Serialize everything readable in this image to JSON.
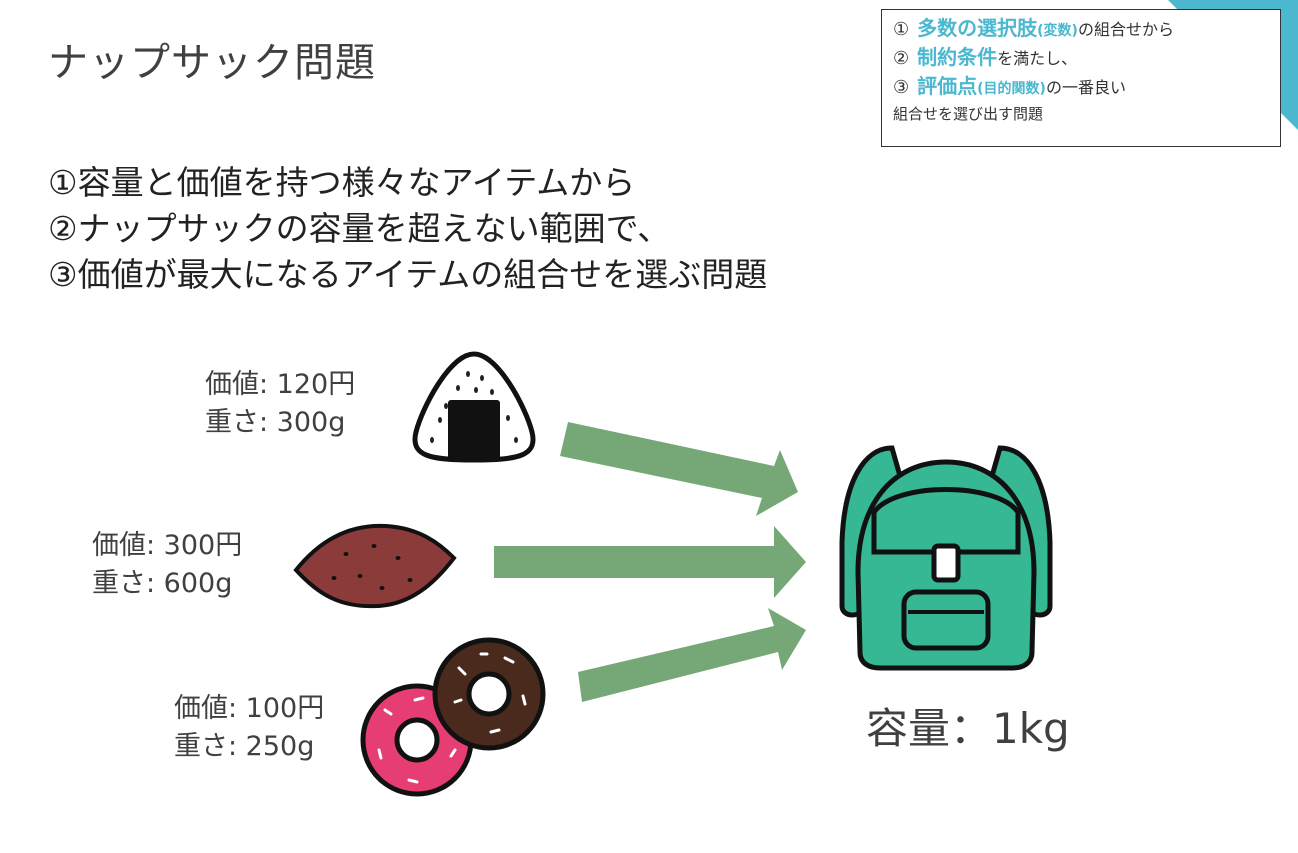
{
  "slide": {
    "title": "ナップサック問題"
  },
  "definition": {
    "line1": {
      "num": "①",
      "highlight": "多数の選択肢",
      "highlight_small": "(変数)",
      "rest": "の組合せから"
    },
    "line2": {
      "num": "②",
      "highlight": "制約条件",
      "rest": "を満たし、"
    },
    "line3": {
      "num": "③",
      "highlight": "評価点",
      "highlight_small": "(目的関数)",
      "rest": "の一番良い"
    },
    "line4": "組合せを選び出す問題"
  },
  "lead": [
    "①容量と価値を持つ様々なアイテムから",
    "②ナップサックの容量を超えない範囲で、",
    "③価値が最大になるアイテムの組合せを選ぶ問題"
  ],
  "items": [
    {
      "icon": "onigiri-icon",
      "value": "価値: 120円",
      "weight": "重さ: 300g"
    },
    {
      "icon": "sweet-potato-icon",
      "value": "価値: 300円",
      "weight": "重さ: 600g"
    },
    {
      "icon": "donuts-icon",
      "value": "価値: 100円",
      "weight": "重さ: 250g"
    }
  ],
  "knapsack": {
    "icon": "backpack-icon",
    "capacity_label": "容量：1kg"
  },
  "colors": {
    "accent": "#4bb8d0",
    "arrow": "#76a877",
    "backpack": "#35b893",
    "text": "#404040"
  }
}
